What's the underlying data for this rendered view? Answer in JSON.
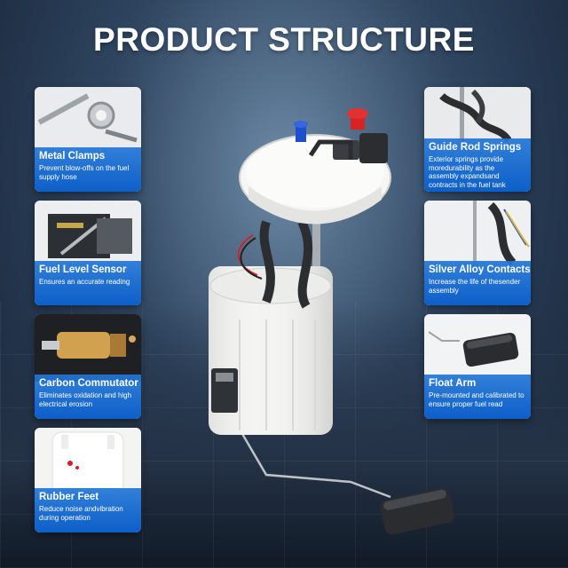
{
  "title": "PRODUCT STRUCTURE",
  "features_left": [
    {
      "heading": "Metal Clamps",
      "description": "Prevent blow-offs on the fuel supply hose"
    },
    {
      "heading": "Fuel Level Sensor",
      "description": "Ensures an accurate reading"
    },
    {
      "heading": "Carbon Commutator",
      "description": "Eliminates oxidation and high electrical erosion"
    },
    {
      "heading": "Rubber Feet",
      "description": "Reduce noise andvibration during operation"
    }
  ],
  "features_right": [
    {
      "heading": "Guide Rod Springs",
      "description": "Exterior springs provide moredurability as the assembly expandsand contracts in the fuel tank"
    },
    {
      "heading": "Silver Alloy Contacts",
      "description": "Increase the life of thesender assembly"
    },
    {
      "heading": "Float Arm",
      "description": "Pre-mounted and calibrated to ensure proper fuel read"
    }
  ],
  "colors": {
    "band_blue": "#1a6fd6",
    "connector_red": "#d92323",
    "connector_blue": "#1f4fd1"
  }
}
